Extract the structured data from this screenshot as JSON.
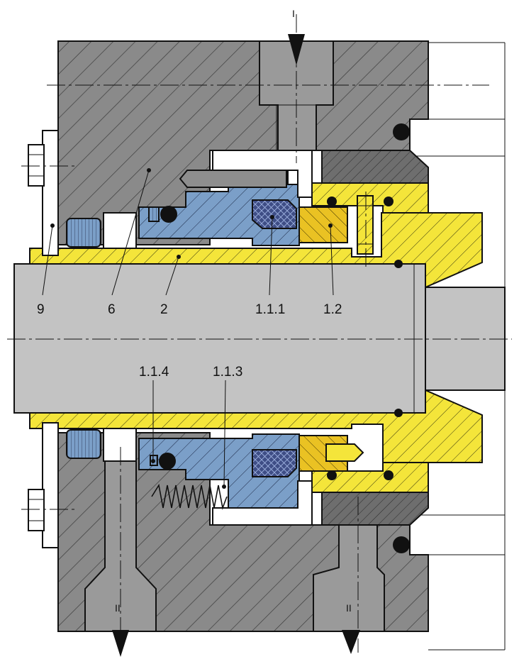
{
  "labels": {
    "l9": "9",
    "l6": "6",
    "l2": "2",
    "l111": "1.1.1",
    "l12": "1.2",
    "l114": "1.1.4",
    "l113": "1.1.3"
  },
  "ports": {
    "top": "I",
    "bottom_left": "II",
    "bottom_right": "II"
  },
  "colors": {
    "housing": "#8a8a8a",
    "shaft": "#c2c2c2",
    "sleeve": "#f4e53a",
    "seat": "#eac223",
    "face_holder": "#7b9fc8",
    "face": "#3f4e86",
    "gland": "#6c6c6c",
    "seal_ring": "#111111"
  }
}
